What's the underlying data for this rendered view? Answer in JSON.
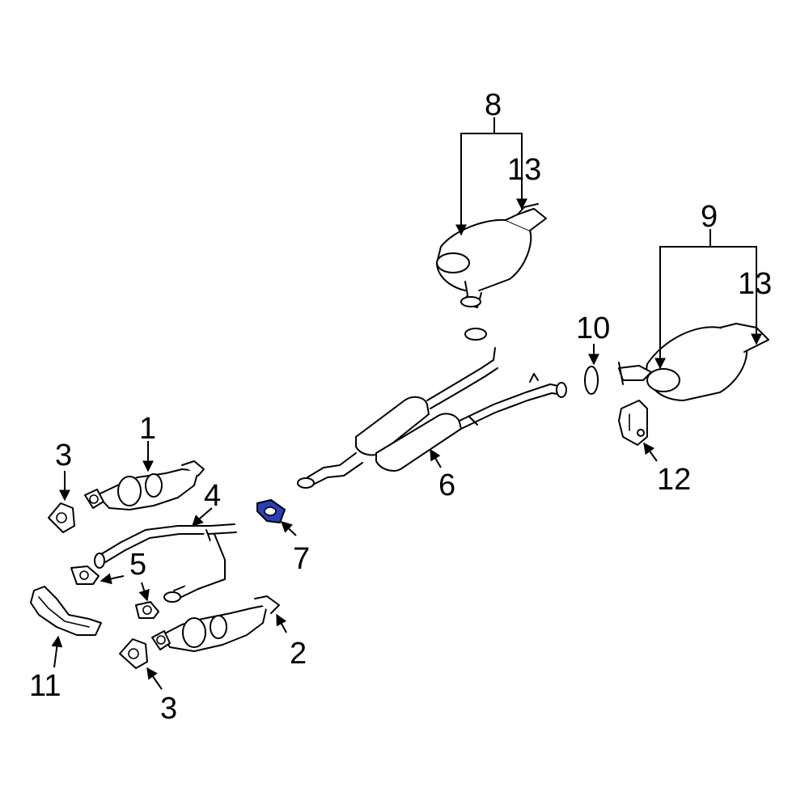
{
  "diagram": {
    "highlight_color": "#2b3fb8",
    "callouts": {
      "c1": "1",
      "c2": "2",
      "c3a": "3",
      "c3b": "3",
      "c4": "4",
      "c5": "5",
      "c6": "6",
      "c7": "7",
      "c8": "8",
      "c9": "9",
      "c10": "10",
      "c11": "11",
      "c12": "12",
      "c13a": "13",
      "c13b": "13"
    }
  }
}
